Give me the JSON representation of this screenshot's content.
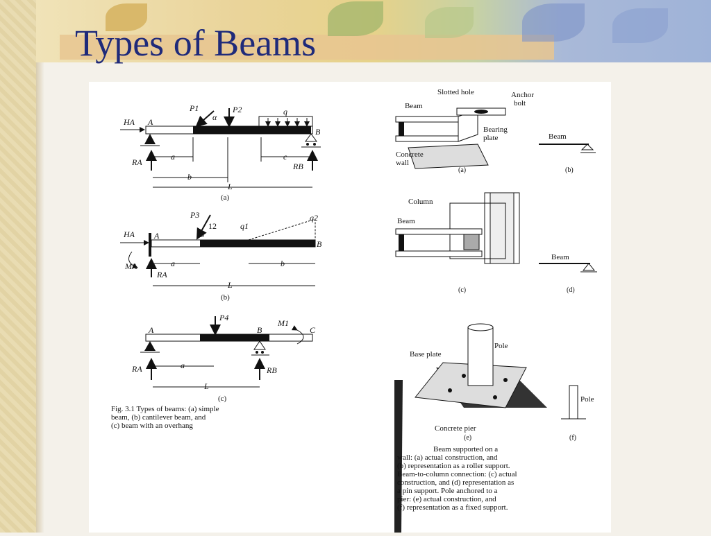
{
  "slide": {
    "title": "Types of Beams"
  },
  "fig_a": {
    "HA": "HA",
    "A": "A",
    "P1": "P1",
    "alpha": "α",
    "P2": "P2",
    "q": "q",
    "B": "B",
    "RA": "RA",
    "RB": "RB",
    "a": "a",
    "b": "b",
    "c": "c",
    "L": "L",
    "caption": "(a)"
  },
  "fig_b": {
    "HA": "HA",
    "A": "A",
    "P3": "P3",
    "n12": "12",
    "n5": "5",
    "q1": "q1",
    "q2": "q2",
    "B": "B",
    "MA": "MA",
    "RA": "RA",
    "a": "a",
    "b": "b",
    "L": "L",
    "caption": "(b)"
  },
  "fig_c": {
    "A": "A",
    "P4": "P4",
    "B": "B",
    "M1": "M1",
    "C": "C",
    "RA": "RA",
    "RB": "RB",
    "a": "a",
    "L": "L",
    "caption": "(c)"
  },
  "left_caption": {
    "line1": "Fig. 3.1  Types of beams: (a) simple",
    "line2": "beam, (b) cantilever beam, and",
    "line3": "(c) beam with an overhang"
  },
  "right": {
    "slotted_hole": "Slotted hole",
    "anchor": "Anchor",
    "bolt": "bolt",
    "beam": "Beam",
    "bearing": "Bearing",
    "plate": "plate",
    "concrete": "Concrete",
    "wall": "wall",
    "cap_a": "(a)",
    "cap_b": "(b)",
    "beam_b": "Beam",
    "column": "Column",
    "beam_c": "Beam",
    "cap_c": "(c)",
    "beam_d": "Beam",
    "cap_d": "(d)",
    "pole": "Pole",
    "base_plate": "Base plate",
    "concrete_pier": "Concrete pier",
    "cap_e": "(e)",
    "pole_f": "Pole",
    "cap_f": "(f)"
  },
  "right_caption": {
    "line1": "Beam supported on a",
    "line2": "wall: (a) actual construction, and",
    "line3": "(b) representation as a roller support.",
    "line4": "Beam-to-column connection: (c) actual",
    "line5": "construction, and (d) representation as",
    "line6": "a pin support. Pole anchored to a",
    "line7": "pier: (e) actual construction, and",
    "line8": "(f) representation as a fixed support."
  }
}
